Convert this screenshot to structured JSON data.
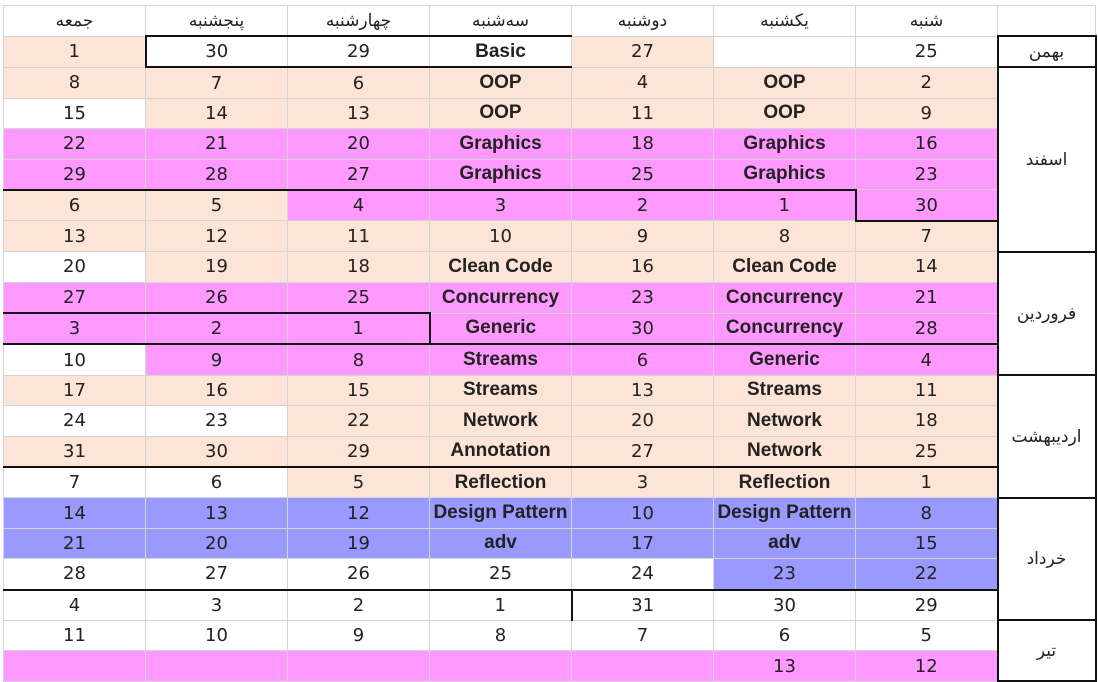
{
  "header": [
    "جمعه",
    "پنجشنبه",
    "چهارشنبه",
    "سه‌شنبه",
    "دوشنبه",
    "یکشنبه",
    "شنبه",
    ""
  ],
  "months": {
    "bahman": "بهمن",
    "esfand": "اسفند",
    "farvardin": "فروردین",
    "ordibehesht": "اردیبهشت",
    "khordad": "خرداد",
    "tir": "تیر"
  },
  "rows": [
    [
      "1",
      "30",
      "29",
      "Basic",
      "27",
      "",
      "25"
    ],
    [
      "8",
      "7",
      "6",
      "OOP",
      "4",
      "OOP",
      "2"
    ],
    [
      "15",
      "14",
      "13",
      "OOP",
      "11",
      "OOP",
      "9"
    ],
    [
      "22",
      "21",
      "20",
      "Graphics",
      "18",
      "Graphics",
      "16"
    ],
    [
      "29",
      "28",
      "27",
      "Graphics",
      "25",
      "Graphics",
      "23"
    ],
    [
      "6",
      "5",
      "4",
      "3",
      "2",
      "1",
      "30"
    ],
    [
      "13",
      "12",
      "11",
      "10",
      "9",
      "8",
      "7"
    ],
    [
      "20",
      "19",
      "18",
      "Clean Code",
      "16",
      "Clean Code",
      "14"
    ],
    [
      "27",
      "26",
      "25",
      "Concurrency",
      "23",
      "Concurrency",
      "21"
    ],
    [
      "3",
      "2",
      "1",
      "Generic",
      "30",
      "Concurrency",
      "28"
    ],
    [
      "10",
      "9",
      "8",
      "Streams",
      "6",
      "Generic",
      "4"
    ],
    [
      "17",
      "16",
      "15",
      "Streams",
      "13",
      "Streams",
      "11"
    ],
    [
      "24",
      "23",
      "22",
      "Network",
      "20",
      "Network",
      "18"
    ],
    [
      "31",
      "30",
      "29",
      "Annotation",
      "27",
      "Network",
      "25"
    ],
    [
      "7",
      "6",
      "5",
      "Reflection",
      "3",
      "Reflection",
      "1"
    ],
    [
      "14",
      "13",
      "12",
      "Design Pattern",
      "10",
      "Design Pattern",
      "8"
    ],
    [
      "21",
      "20",
      "19",
      "adv",
      "17",
      "adv",
      "15"
    ],
    [
      "28",
      "27",
      "26",
      "25",
      "24",
      "23",
      "22"
    ],
    [
      "4",
      "3",
      "2",
      "1",
      "31",
      "30",
      "29"
    ],
    [
      "11",
      "10",
      "9",
      "8",
      "7",
      "6",
      "5"
    ],
    [
      "",
      "",
      "",
      "",
      "",
      "13",
      "12"
    ]
  ],
  "colors": {
    "peach": "#fce4d6",
    "pink": "#ff99ff",
    "blue": "#9999ff",
    "white": "#ffffff"
  }
}
